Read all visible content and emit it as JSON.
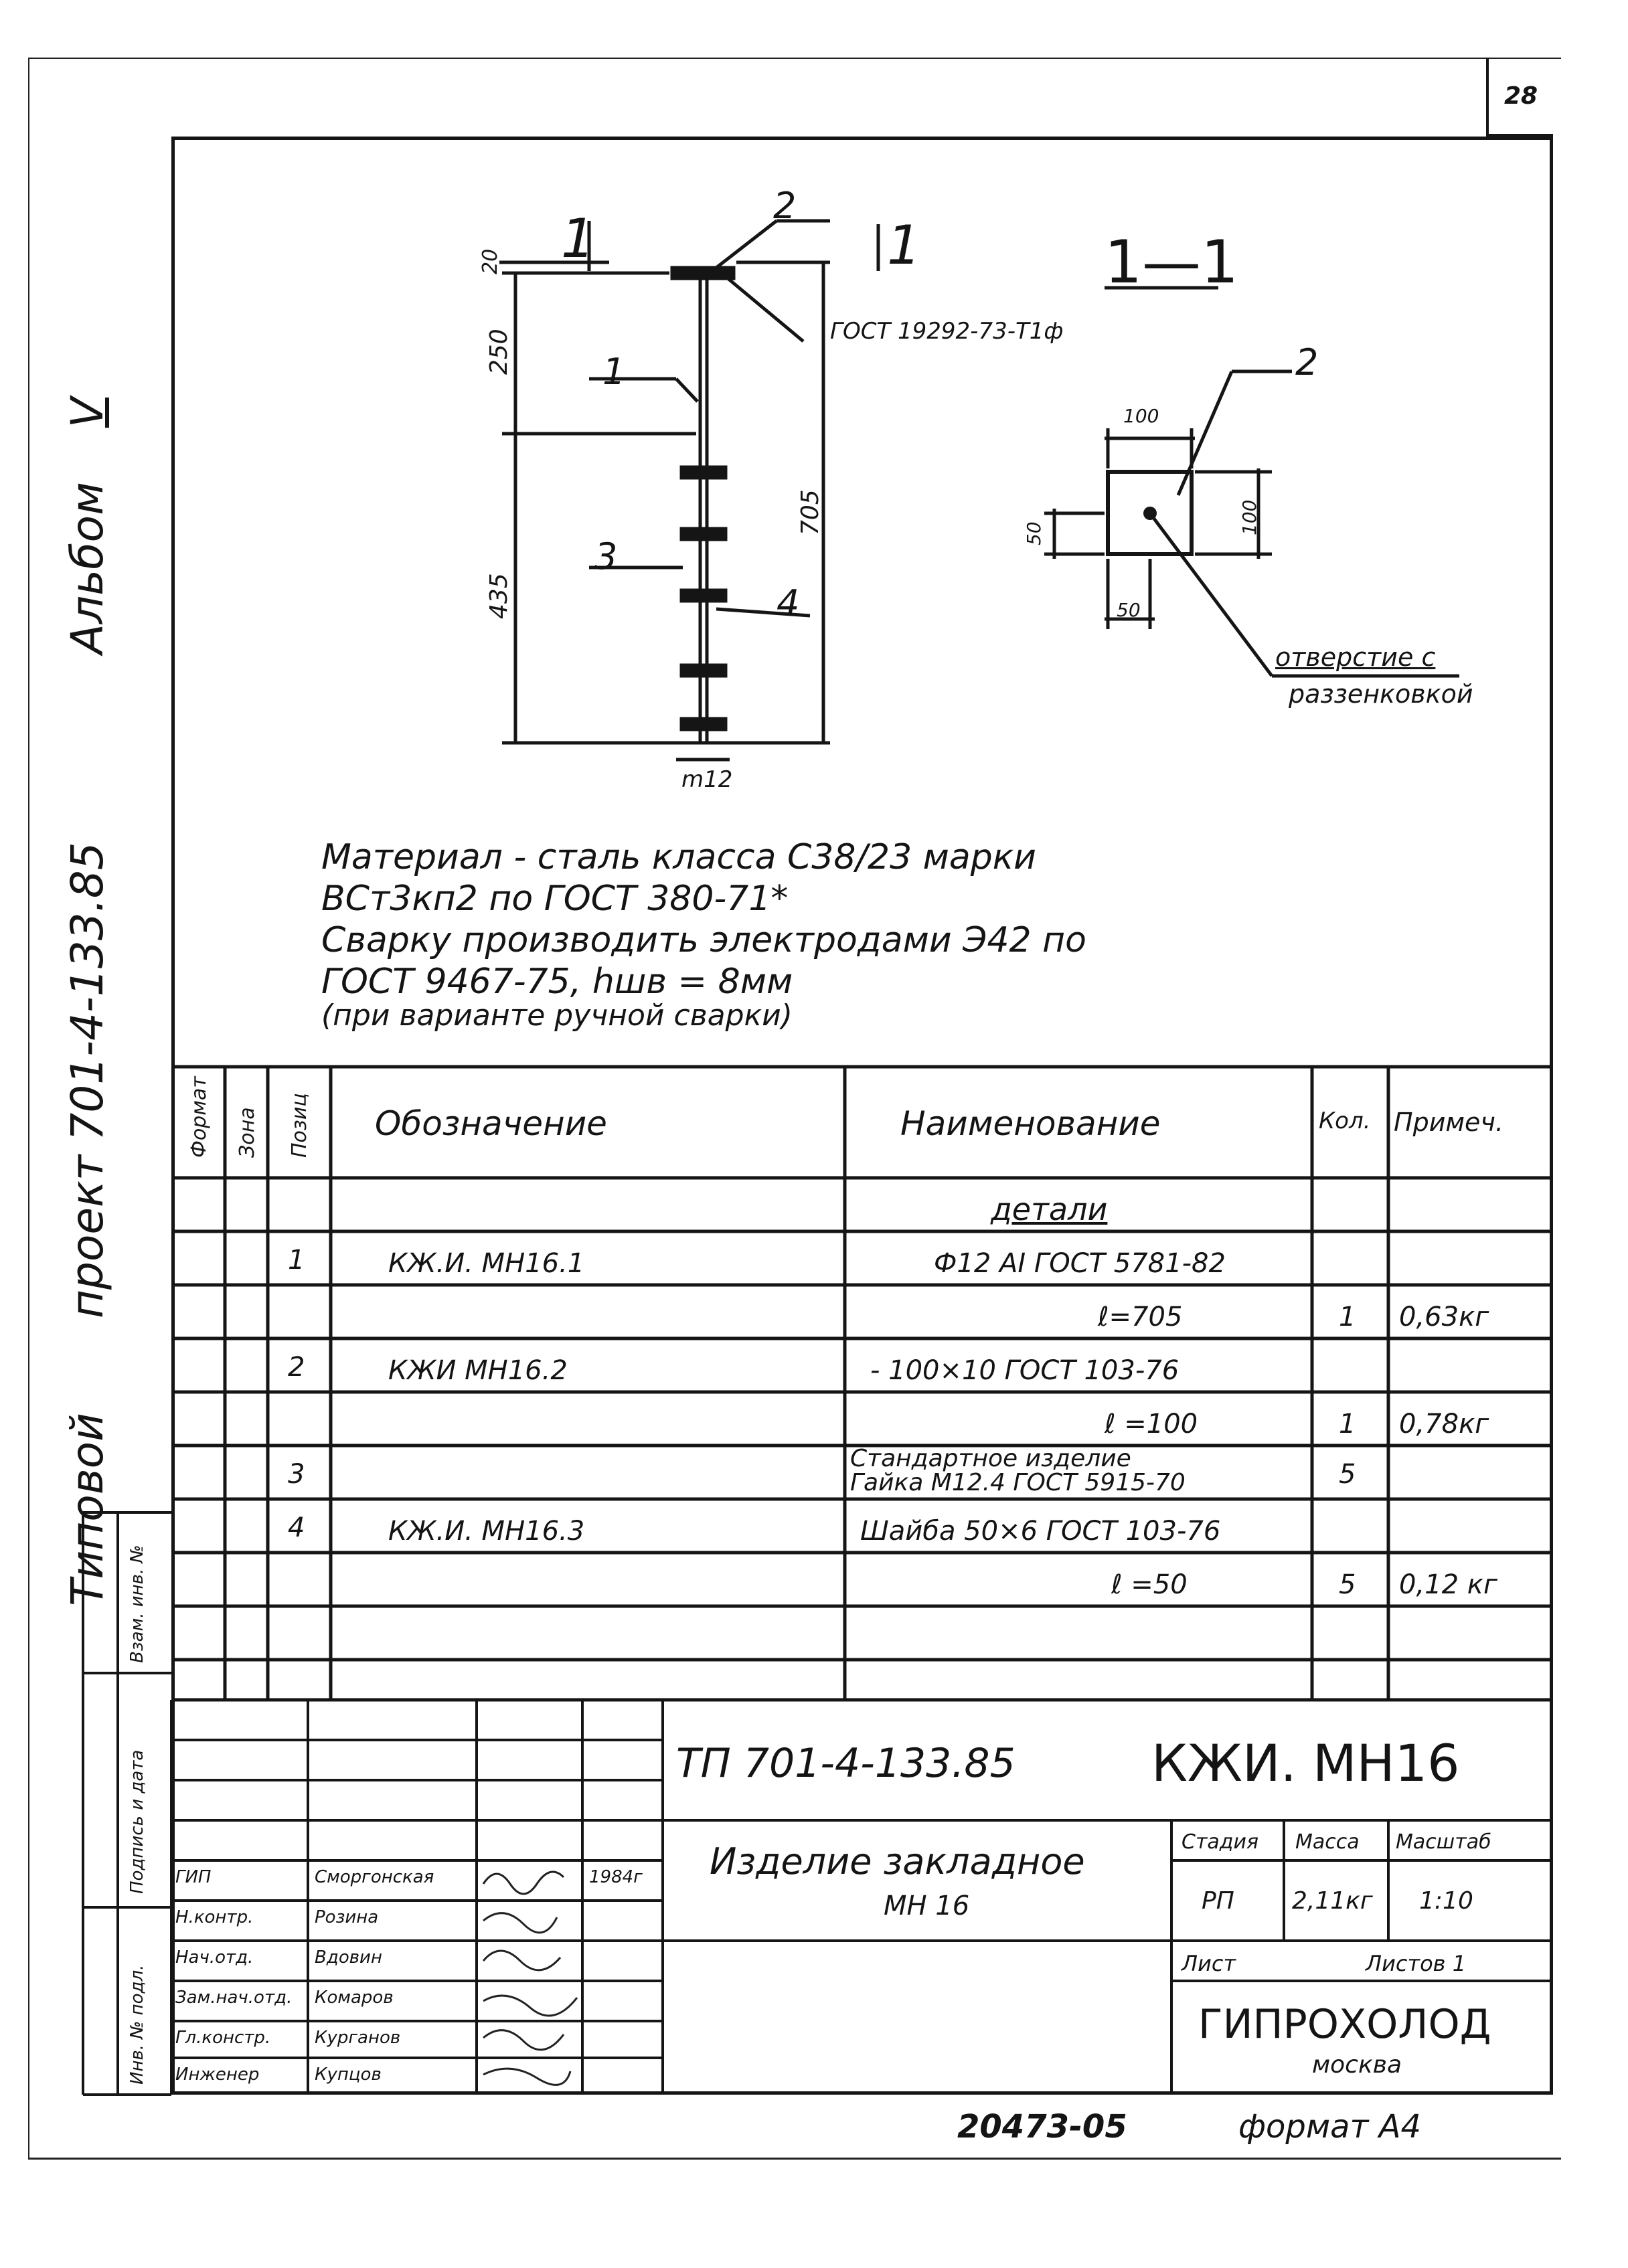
{
  "page_number": "28",
  "side_title": {
    "typical": "Типовой",
    "project": "проект 701-4-133.85",
    "album": "Альбом",
    "album_no": "V"
  },
  "drawing": {
    "label_1": "1",
    "label_2": "2",
    "label_3": "3",
    "label_4": "4",
    "section_mark": "1",
    "section_title": "1—1",
    "dim_250": "250",
    "dim_435": "435",
    "dim_705": "705",
    "dim_20": "20",
    "dim_m12": "m12",
    "weld_note": "ГОСТ 19292-73-Т1ф",
    "plate_100_top": "100",
    "plate_100_right": "100",
    "plate_50_left": "50",
    "plate_50_bottom": "50",
    "hole_note_1": "отверстие с",
    "hole_note_2": "раззенковкой"
  },
  "notes": [
    "Материал - сталь класса С38/23 марки",
    "ВСт3кп2 по ГОСТ 380-71*",
    "Сварку производить электродами Э42 по",
    "ГОСТ 9467-75, hшв = 8мм",
    "(при варианте ручной сварки)"
  ],
  "spec_table": {
    "headers": {
      "format": "Формат",
      "zone": "Зона",
      "pos": "Позиц",
      "designation": "Обозначение",
      "name": "Наименование",
      "qty": "Кол.",
      "note": "Примеч."
    },
    "section": "детали",
    "rows": [
      {
        "pos": "1",
        "designation": "КЖ.И. МН16.1",
        "name": "Ф12 АI ГОСТ 5781-82",
        "qty": "",
        "note": ""
      },
      {
        "pos": "",
        "designation": "",
        "name": "ℓ=705",
        "qty": "1",
        "note": "0,63кг"
      },
      {
        "pos": "2",
        "designation": "КЖИ МН16.2",
        "name": "- 100×10 ГОСТ 103-76",
        "qty": "",
        "note": ""
      },
      {
        "pos": "",
        "designation": "",
        "name": "ℓ =100",
        "qty": "1",
        "note": "0,78кг"
      },
      {
        "pos": "3",
        "designation": "",
        "name": "Стандартное изделие\nГайка М12.4 ГОСТ 5915-70",
        "qty": "5",
        "note": ""
      },
      {
        "pos": "4",
        "designation": "КЖ.И. МН16.3",
        "name": "Шайба 50×6 ГОСТ 103-76",
        "qty": "",
        "note": ""
      },
      {
        "pos": "",
        "designation": "",
        "name": "ℓ =50",
        "qty": "5",
        "note": "0,12 кг"
      },
      {
        "pos": "",
        "designation": "",
        "name": "",
        "qty": "",
        "note": ""
      }
    ]
  },
  "title_block": {
    "code": "ТП 701-4-133.85",
    "mark": "КЖИ. МН16",
    "item_name_1": "Изделие закладное",
    "item_name_2": "МН 16",
    "stage_label": "Стадия",
    "mass_label": "Масса",
    "scale_label": "Масштаб",
    "stage": "РП",
    "mass": "2,11кг",
    "scale": "1:10",
    "sheet_label": "Лист",
    "sheets_label": "Листов 1",
    "org": "ГИПРОХОЛОД",
    "city": "москва",
    "staff": [
      {
        "role": "ГИП",
        "name": "Сморгонская",
        "date": "1984г"
      },
      {
        "role": "Н.контр.",
        "name": "Розина",
        "date": ""
      },
      {
        "role": "Нач.отд.",
        "name": "Вдовин",
        "date": ""
      },
      {
        "role": "Зам.нач.отд.",
        "name": "Комаров",
        "date": ""
      },
      {
        "role": "Гл.констр.",
        "name": "Курганов",
        "date": ""
      },
      {
        "role": "Инженер",
        "name": "Купцов",
        "date": ""
      }
    ]
  },
  "left_strip": {
    "inv_no": "Взам. инв. №",
    "sign_date": "Подпись и дата",
    "inv_orig": "Инв. № подл."
  },
  "footer": {
    "doc_no": "20473-05",
    "format": "формат А4"
  }
}
